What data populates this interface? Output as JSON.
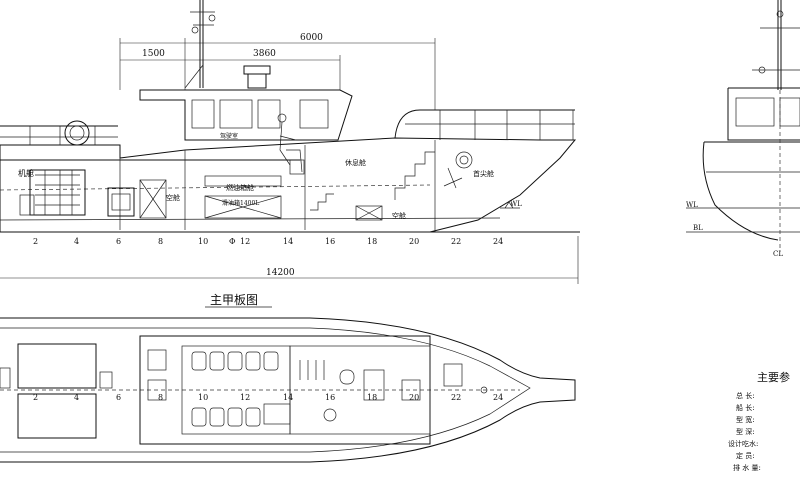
{
  "dimensions": {
    "d1500": "1500",
    "d3860": "3860",
    "d6000": "6000",
    "d14200": "14200"
  },
  "profile_labels": {
    "engine_room": "机舱",
    "fuel_tank": "燃油箱舱",
    "oil_tank": "滑油箱1400L",
    "void1": "空舱",
    "void2": "空舱",
    "rest_cabin": "休息舱",
    "bow_cabin": "首尖舱",
    "wheelhouse": "驾驶室",
    "wl": "WL",
    "phi": "Φ"
  },
  "frame_numbers": [
    "2",
    "4",
    "6",
    "8",
    "10",
    "12",
    "14",
    "16",
    "18",
    "20",
    "22",
    "24"
  ],
  "plan_frame_numbers": [
    "2",
    "4",
    "6",
    "8",
    "10",
    "12",
    "14",
    "16",
    "18",
    "20",
    "22",
    "24"
  ],
  "plan_title": "主甲板图",
  "end_view": {
    "wl": "WL",
    "bl": "BL",
    "cl": "CL"
  },
  "particulars": {
    "title": "主要参",
    "rows": [
      "总  长:",
      "船  长:",
      "型  宽:",
      "型  深:",
      "设计吃水:",
      "定  员:",
      "排 水 量:"
    ]
  }
}
